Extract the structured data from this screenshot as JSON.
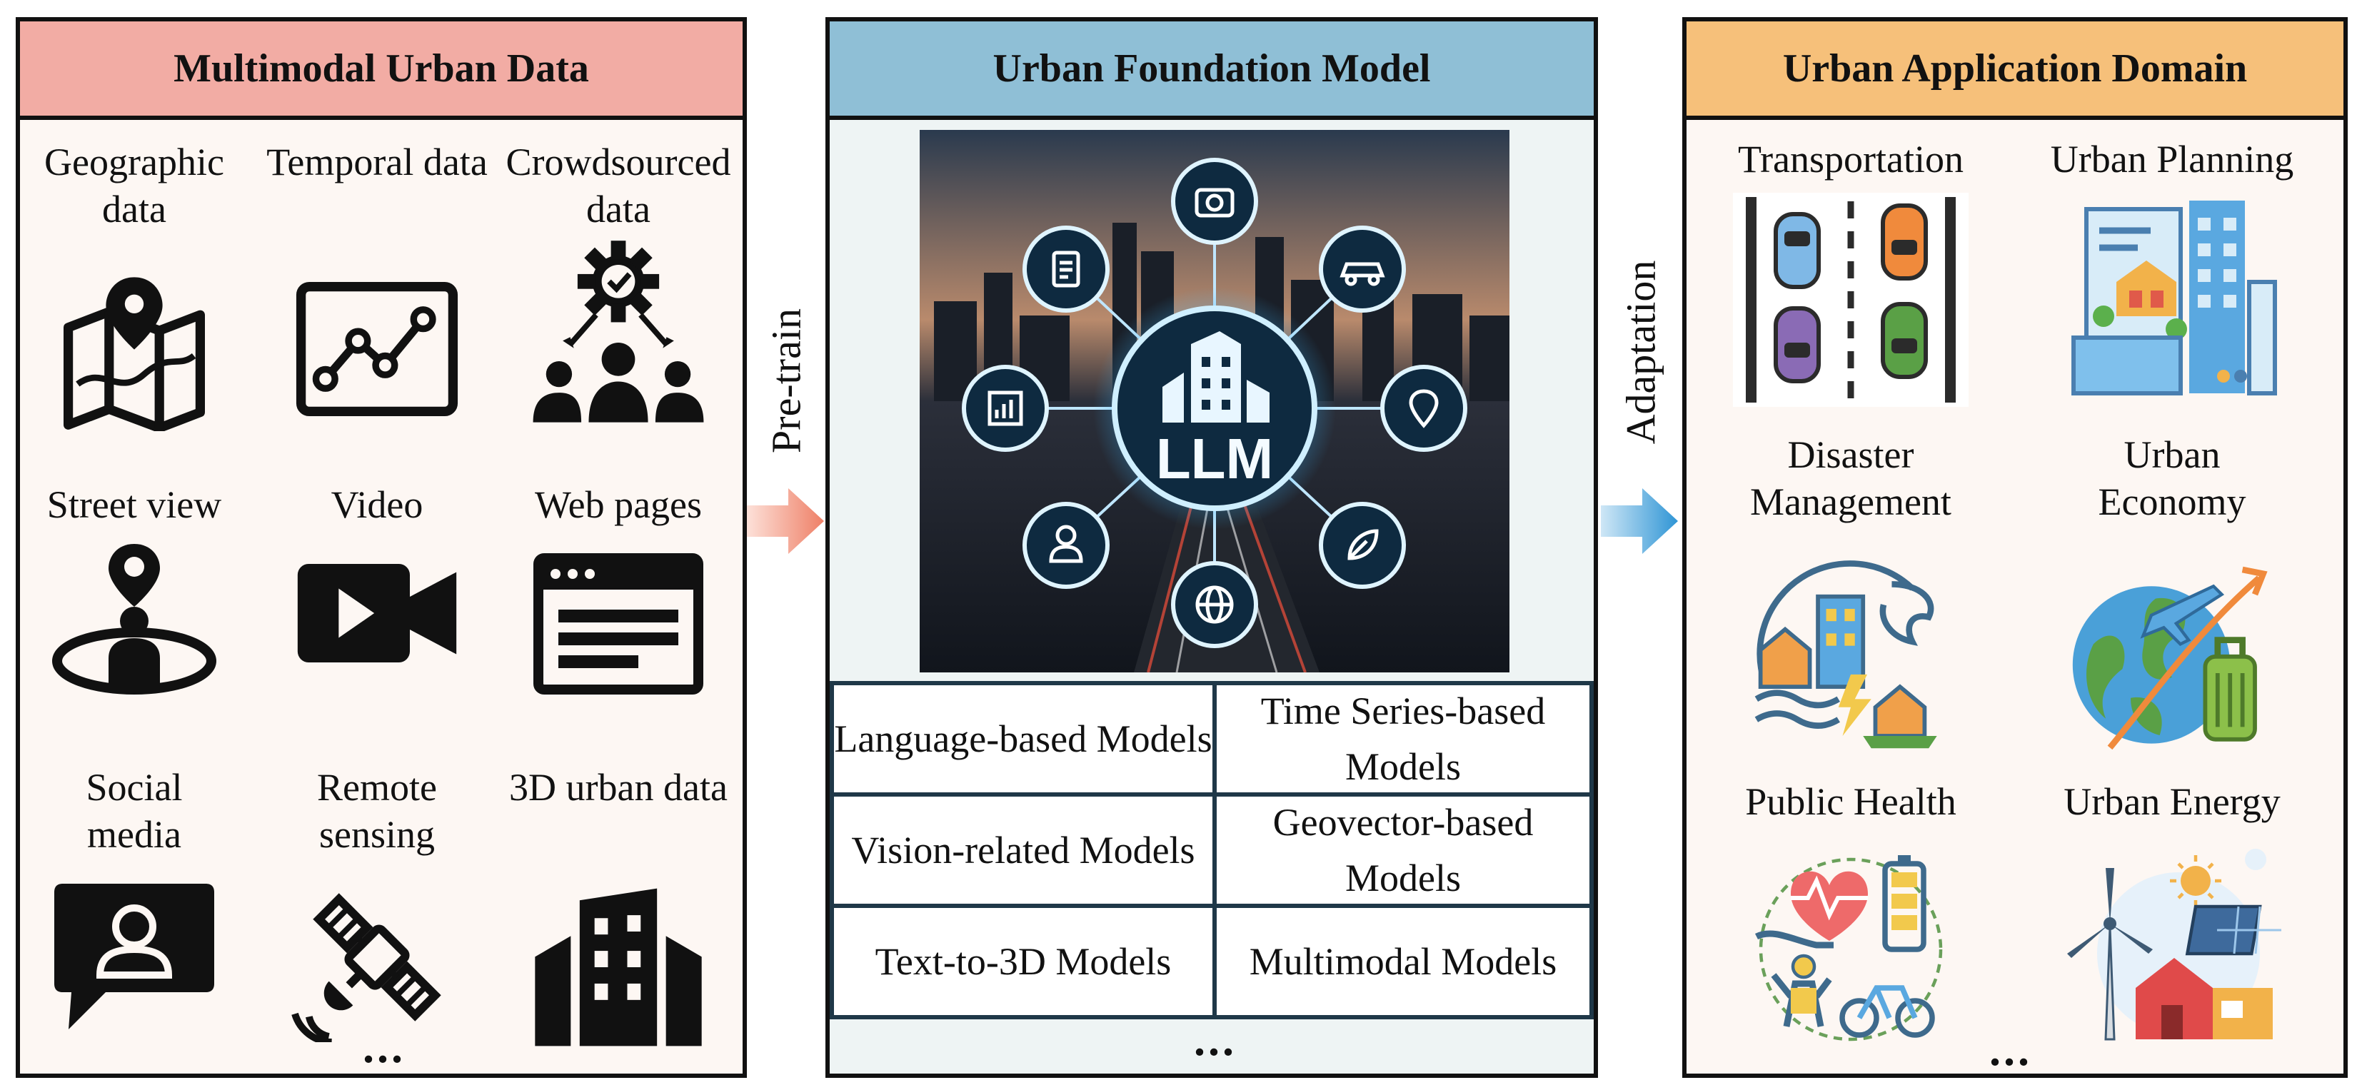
{
  "panels": {
    "data": {
      "title": "Multimodal Urban Data",
      "items": [
        {
          "label": "Geographic data",
          "icon": "map-pin-icon"
        },
        {
          "label": "Temporal data",
          "icon": "line-chart-icon"
        },
        {
          "label": "Crowdsourced data",
          "icon": "crowd-gear-icon"
        },
        {
          "label": "Street view",
          "icon": "street-view-icon"
        },
        {
          "label": "Video",
          "icon": "video-camera-icon"
        },
        {
          "label": "Web pages",
          "icon": "browser-window-icon"
        },
        {
          "label": "Social media",
          "icon": "chat-user-icon"
        },
        {
          "label": "Remote sensing",
          "icon": "satellite-icon"
        },
        {
          "label": "3D urban data",
          "icon": "buildings-icon"
        }
      ],
      "ellipsis": "..."
    },
    "model": {
      "title": "Urban Foundation Model",
      "hub_label": "LLM",
      "models": [
        "Language-based Models",
        "Time Series-based Models",
        "Vision-related Models",
        "Geovector-based Models",
        "Text-to-3D Models",
        "Multimodal Models"
      ],
      "ellipsis": "..."
    },
    "application": {
      "title": "Urban Application Domain",
      "items": [
        {
          "label": "Transportation",
          "icon": "road-cars-icon"
        },
        {
          "label": "Urban Planning",
          "icon": "city-planning-icon"
        },
        {
          "label": "Disaster Management",
          "icon": "disaster-icon"
        },
        {
          "label": "Urban Economy",
          "icon": "globe-travel-icon"
        },
        {
          "label": "Public Health",
          "icon": "health-icon"
        },
        {
          "label": "Urban Energy",
          "icon": "energy-icon"
        }
      ],
      "ellipsis": "..."
    }
  },
  "arrows": {
    "pretrain": "Pre-train",
    "adaptation": "Adaptation"
  },
  "colors": {
    "data_header": "#f2aca4",
    "model_header": "#8fbfd6",
    "app_header": "#f6c07a",
    "pretrain_arrow": "#f08a74",
    "adaptation_arrow": "#3c9ad6"
  }
}
